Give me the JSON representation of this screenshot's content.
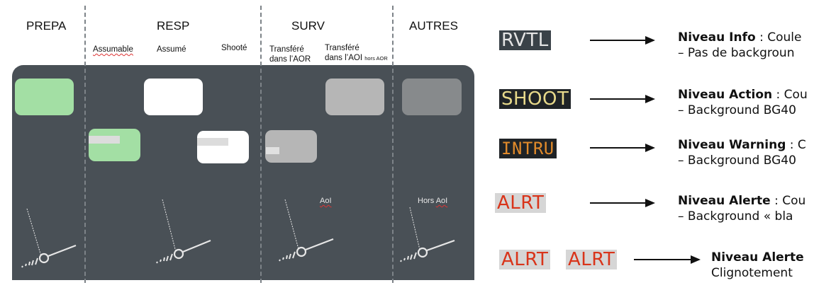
{
  "columns": [
    {
      "title": "PREPA"
    },
    {
      "title": "RESP",
      "subs": [
        "Assumable",
        "Assumé",
        "Shooté"
      ]
    },
    {
      "title": "SURV",
      "subs": [
        "Transféré\ndans l'AOR",
        "Transféré\ndans l'AOI"
      ],
      "sub_small": "hors AOR"
    },
    {
      "title": "AUTRES"
    }
  ],
  "subs": {
    "assumable": "Assumable",
    "assume": "Assumé",
    "shoote": "Shooté",
    "aor_l1": "Transféré",
    "aor_l2": "dans l’AOR",
    "aoi_l1": "Transféré",
    "aoi_l2": "dans l’AOI",
    "aoi_small": "hors AOR"
  },
  "panel_labels": {
    "aoi": "AoI",
    "hors_aoi_prefix": "Hors ",
    "hors_aoi_word": "AoI"
  },
  "colors": {
    "panel_bg": "#495056",
    "prepa_card": "#a3dfa4",
    "assume_card": "#ffffff",
    "surv_card": "#b6b6b6",
    "autres_card": "#878a8c",
    "alert_red": "#d9341a",
    "action_yellow": "#e7d98a",
    "warning_orange": "#e08a2b"
  },
  "legend": [
    {
      "tag": "RVTL",
      "level_bold": "Niveau Info",
      "rest": " : Coule",
      "line2": "– Pas de backgroun"
    },
    {
      "tag": "SHOOT",
      "level_bold": "Niveau Action",
      "rest": " : Cou",
      "line2": "– Background BG40"
    },
    {
      "tag": "INTRU",
      "level_bold": "Niveau Warning",
      "rest": " : C",
      "line2": "– Background BG40"
    },
    {
      "tag": "ALRT",
      "level_bold": "Niveau Alerte",
      "rest": " : Cou",
      "line2": "– Background « bla"
    },
    {
      "tag": "ALRT",
      "tag2": "ALRT",
      "level_bold": "Niveau Alerte",
      "rest": "",
      "line2": "Clignotement"
    }
  ]
}
